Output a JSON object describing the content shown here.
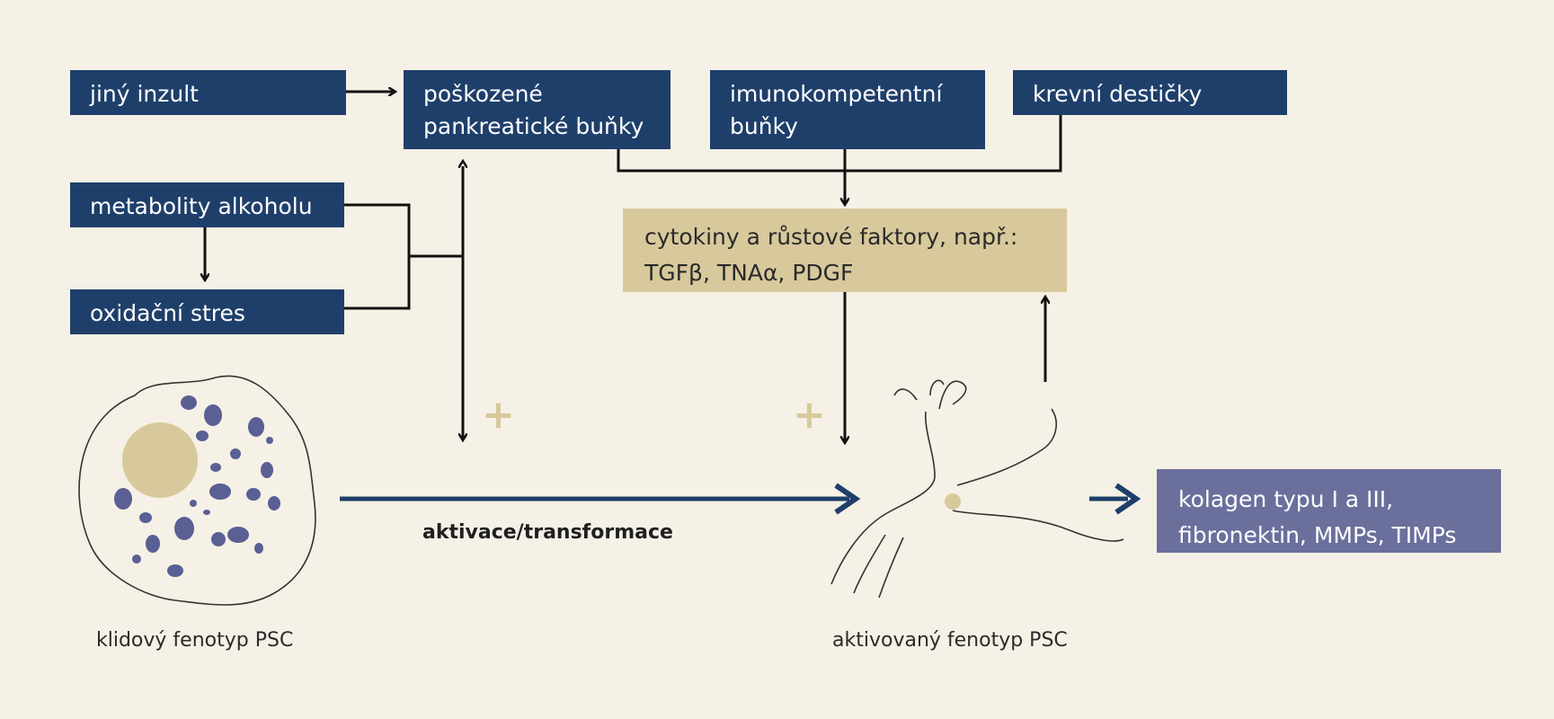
{
  "boxes": {
    "jiny_inzult": "jiný inzult",
    "poskozene_1": "poškozené",
    "poskozene_2": "pankreatické buňky",
    "imuno_1": "imunokompetentní",
    "imuno_2": "buňky",
    "krevni": "krevní destičky",
    "metabolity": "metabolity alkoholu",
    "oxidacni": "oxidační stres",
    "cytokiny_1": "cytokiny a růstové faktory, např.:",
    "cytokiny_2": "TGFβ, TNAα, PDGF",
    "kolagen_1": "kolagen typu I a III,",
    "kolagen_2": "fibronektin, MMPs, TIMPs"
  },
  "labels": {
    "aktivace": "aktivace/transformace",
    "klidovy": "klidový fenotyp PSC",
    "aktivovany": "aktivovaný fenotyp PSC"
  },
  "symbols": {
    "plus": "+"
  },
  "colors": {
    "background": "#f6f1e6",
    "dark_box": "#1f3f6b",
    "tan_box": "#d8c99c",
    "slate_box": "#6b6f9c",
    "cell_dots": "#5a5f94"
  }
}
